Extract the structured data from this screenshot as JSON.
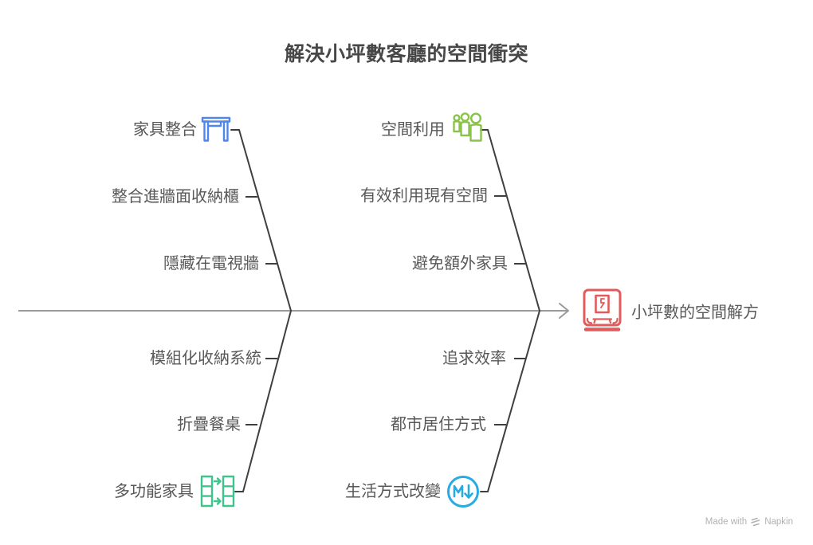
{
  "title": "解決小坪數客廳的空間衝突",
  "diagram": {
    "type": "fishbone",
    "result": {
      "label": "小坪數的空間解方",
      "icon": "room-furniture-icon",
      "color": "#e05c5c"
    },
    "branches": [
      {
        "position": "top-left",
        "label": "家具整合",
        "icon": "table-icon",
        "color": "#4f86ec",
        "items": [
          "整合進牆面收納櫃",
          "隱藏在電視牆"
        ]
      },
      {
        "position": "top-right",
        "label": "空間利用",
        "icon": "people-group-icon",
        "color": "#8bc34a",
        "items": [
          "有效利用現有空間",
          "避免額外家具"
        ]
      },
      {
        "position": "bottom-left",
        "label": "多功能家具",
        "icon": "modular-transfer-icon",
        "color": "#3fc48e",
        "items": [
          "模組化收納系統",
          "折疊餐桌"
        ]
      },
      {
        "position": "bottom-right",
        "label": "生活方式改變",
        "icon": "m-down-circle-icon",
        "color": "#29abe2",
        "items": [
          "追求效率",
          "都市居住方式"
        ]
      }
    ]
  },
  "footer": {
    "text": "Made with",
    "brand": "Napkin"
  },
  "colors": {
    "spine": "#9a9a9a",
    "branch_line": "#3f3f3f",
    "label_text": "#595959",
    "title_text": "#474747"
  }
}
